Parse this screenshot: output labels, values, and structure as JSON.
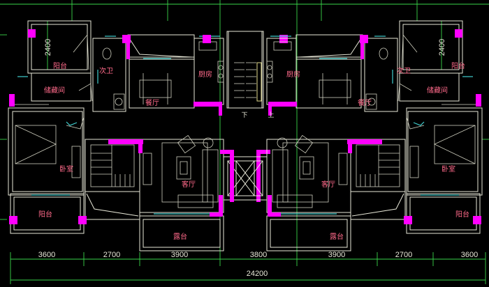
{
  "rooms": {
    "balcony_top": "阳台",
    "storage": "储藏间",
    "second_bath": "次卫",
    "kitchen": "厨房",
    "dining": "餐厅",
    "bedroom": "卧室",
    "balcony_bottom": "阳台",
    "living": "客厅",
    "terrace": "露台"
  },
  "stair": {
    "down": "下",
    "up": "上"
  },
  "dimensions": {
    "balcony_depth": "2400",
    "segments": [
      "3600",
      "2700",
      "3900",
      "3800",
      "3900",
      "2700",
      "3600"
    ],
    "total": "24200"
  },
  "colors": {
    "wall": "#e8e8d8",
    "column": "#ff00ff",
    "dimension": "#39d44a",
    "window": "#40d0d0",
    "label": "#ff6a8a"
  }
}
